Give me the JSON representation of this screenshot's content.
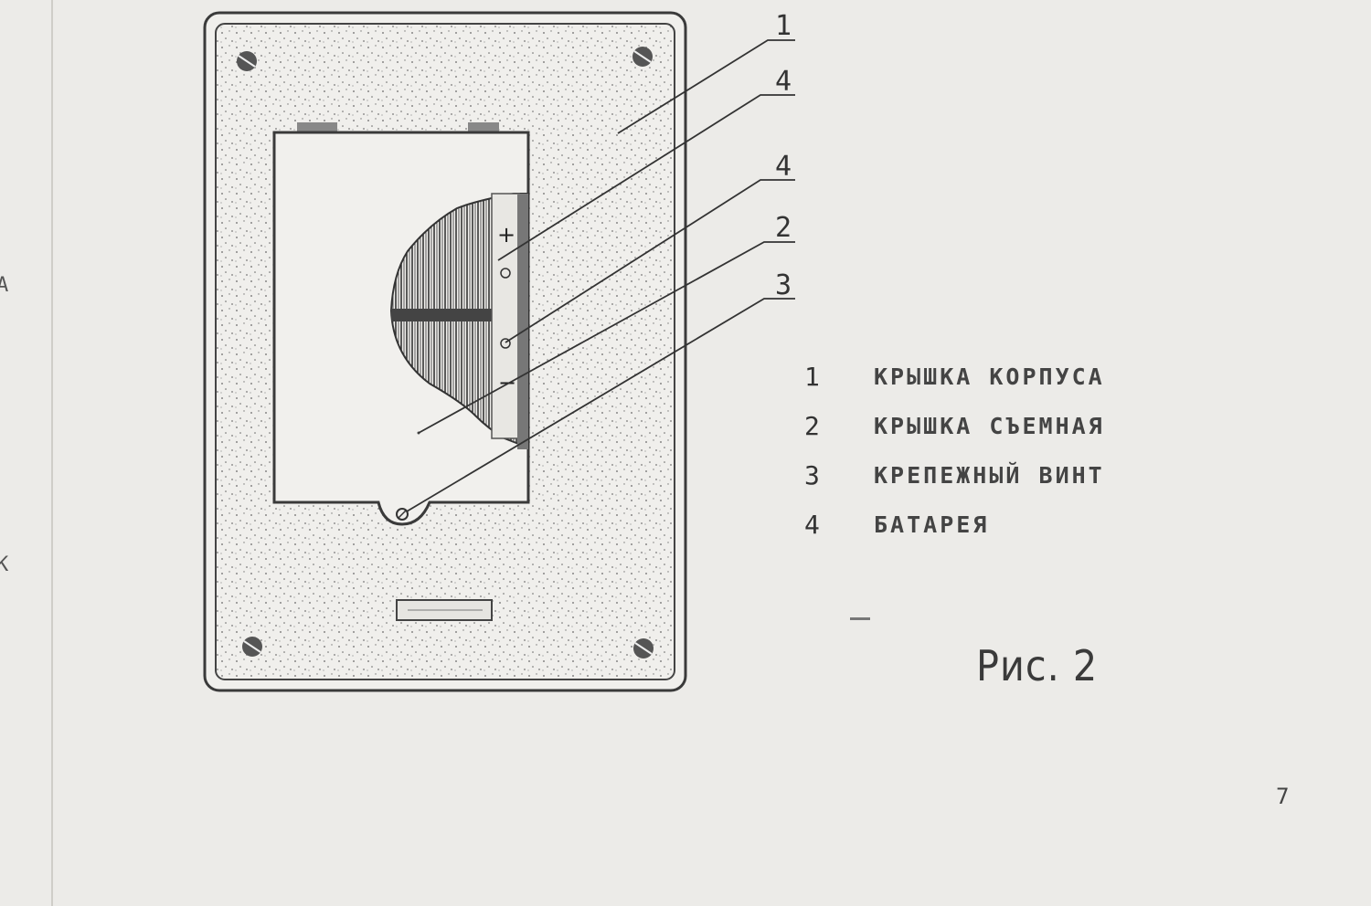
{
  "callouts": [
    {
      "id": "callout-1",
      "number": "1"
    },
    {
      "id": "callout-4a",
      "number": "4"
    },
    {
      "id": "callout-4b",
      "number": "4"
    },
    {
      "id": "callout-2",
      "number": "2"
    },
    {
      "id": "callout-3",
      "number": "3"
    }
  ],
  "battery_terminals": {
    "plus": "+",
    "minus": "−"
  },
  "legend": [
    {
      "number": "1",
      "text": "КРЫШКА КОРПУСА"
    },
    {
      "number": "2",
      "text": "КРЫШКА СЪЕМНАЯ"
    },
    {
      "number": "3",
      "text": "КРЕПЕЖНЫЙ ВИНТ"
    },
    {
      "number": "4",
      "text": "БАТАРЕЯ"
    }
  ],
  "caption": "Рис. 2",
  "page_number": "7",
  "edge_letters": {
    "top": "А",
    "bottom": "К"
  }
}
